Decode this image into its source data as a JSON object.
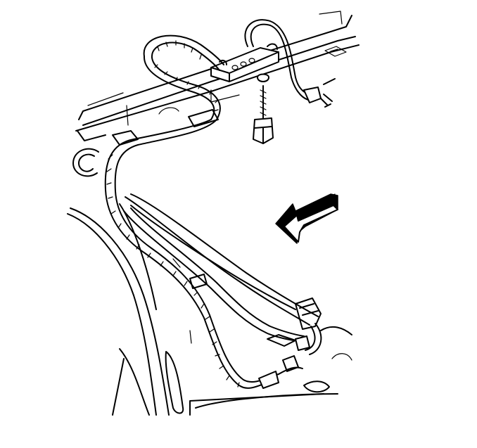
{
  "figure": {
    "stroke_color": "#000000",
    "background_color": "#ffffff",
    "components": [
      "mounting-bracket",
      "bracket-bolt",
      "wiring-harness",
      "harness-connector",
      "direction-arrow",
      "retaining-clip"
    ]
  }
}
